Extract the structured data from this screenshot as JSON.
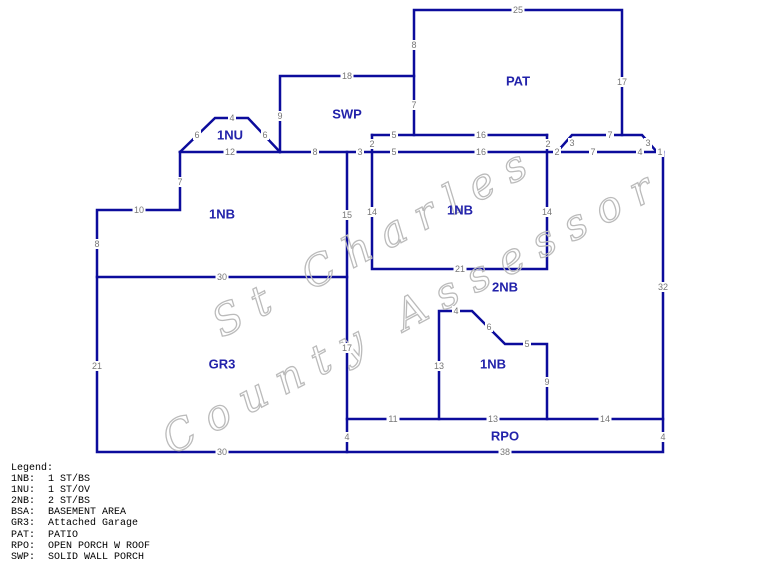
{
  "areas": {
    "pat": "PAT",
    "swp": "SWP",
    "nu1": "1NU",
    "nb_left": "1NB",
    "nb_center": "1NB",
    "nb2": "2NB",
    "gr3": "GR3",
    "nb_lower": "1NB",
    "rpo": "RPO"
  },
  "dimensions": [
    "25",
    "8",
    "7",
    "17",
    "18",
    "9",
    "6",
    "4",
    "6",
    "12",
    "8",
    "3",
    "5",
    "16",
    "2",
    "2",
    "5",
    "16",
    "2",
    "3",
    "7",
    "3",
    "7",
    "4",
    "1",
    "7",
    "10",
    "8",
    "30",
    "14",
    "14",
    "21",
    "15",
    "17",
    "4",
    "32",
    "4",
    "21",
    "30",
    "11",
    "13",
    "14",
    "38",
    "13",
    "4",
    "6",
    "5",
    "9"
  ],
  "watermark": {
    "line1": "St Charles",
    "line2": "County Assessor"
  },
  "legend": {
    "title": "Legend:",
    "items": [
      {
        "code": "1NB:",
        "desc": "1 ST/BS"
      },
      {
        "code": "1NU:",
        "desc": "1 ST/OV"
      },
      {
        "code": "2NB:",
        "desc": "2 ST/BS"
      },
      {
        "code": "BSA:",
        "desc": "BASEMENT AREA"
      },
      {
        "code": "GR3:",
        "desc": "Attached Garage"
      },
      {
        "code": "PAT:",
        "desc": "PATIO"
      },
      {
        "code": "RPO:",
        "desc": "OPEN PORCH W ROOF"
      },
      {
        "code": "SWP:",
        "desc": "SOLID WALL PORCH"
      }
    ]
  }
}
